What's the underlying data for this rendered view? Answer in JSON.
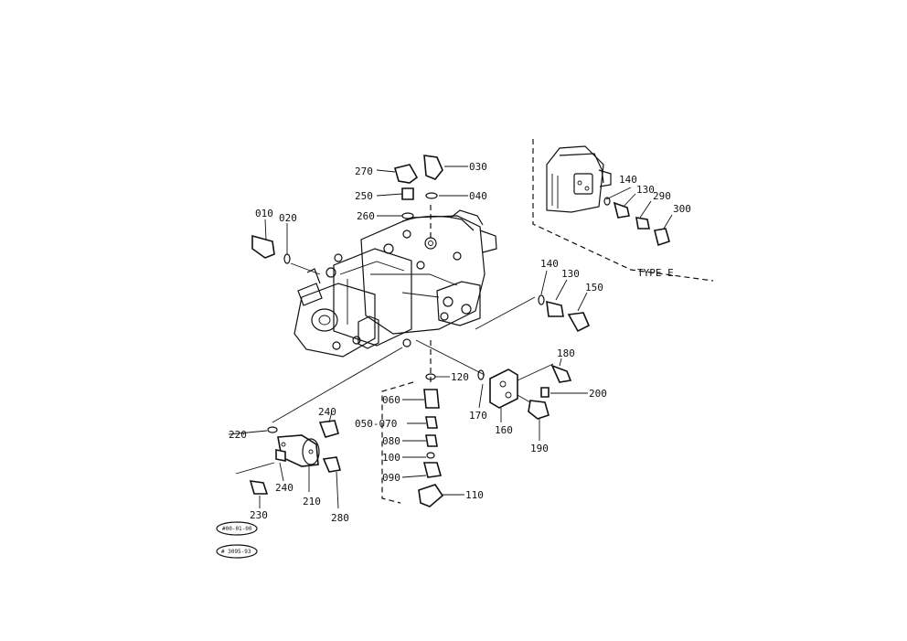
{
  "diagram": {
    "type_label": "TYPE E",
    "stamp_top": "#00-01-00",
    "stamp_bottom": "# 3095-93"
  },
  "callouts": {
    "c010": "010",
    "c020": "020",
    "c030": "030",
    "c040": "040",
    "c050_070": "050-070",
    "c060": "060",
    "c080": "080",
    "c090": "090",
    "c100": "100",
    "c110": "110",
    "c120": "120",
    "c130": "130",
    "c140": "140",
    "c150": "150",
    "c160": "160",
    "c170": "170",
    "c180": "180",
    "c190": "190",
    "c200": "200",
    "c210": "210",
    "c220": "220",
    "c230": "230",
    "c240a": "240",
    "c240b": "240",
    "c250": "250",
    "c260": "260",
    "c270": "270",
    "c280": "280",
    "e140": "140",
    "e130": "130",
    "e290": "290",
    "e300": "300"
  }
}
